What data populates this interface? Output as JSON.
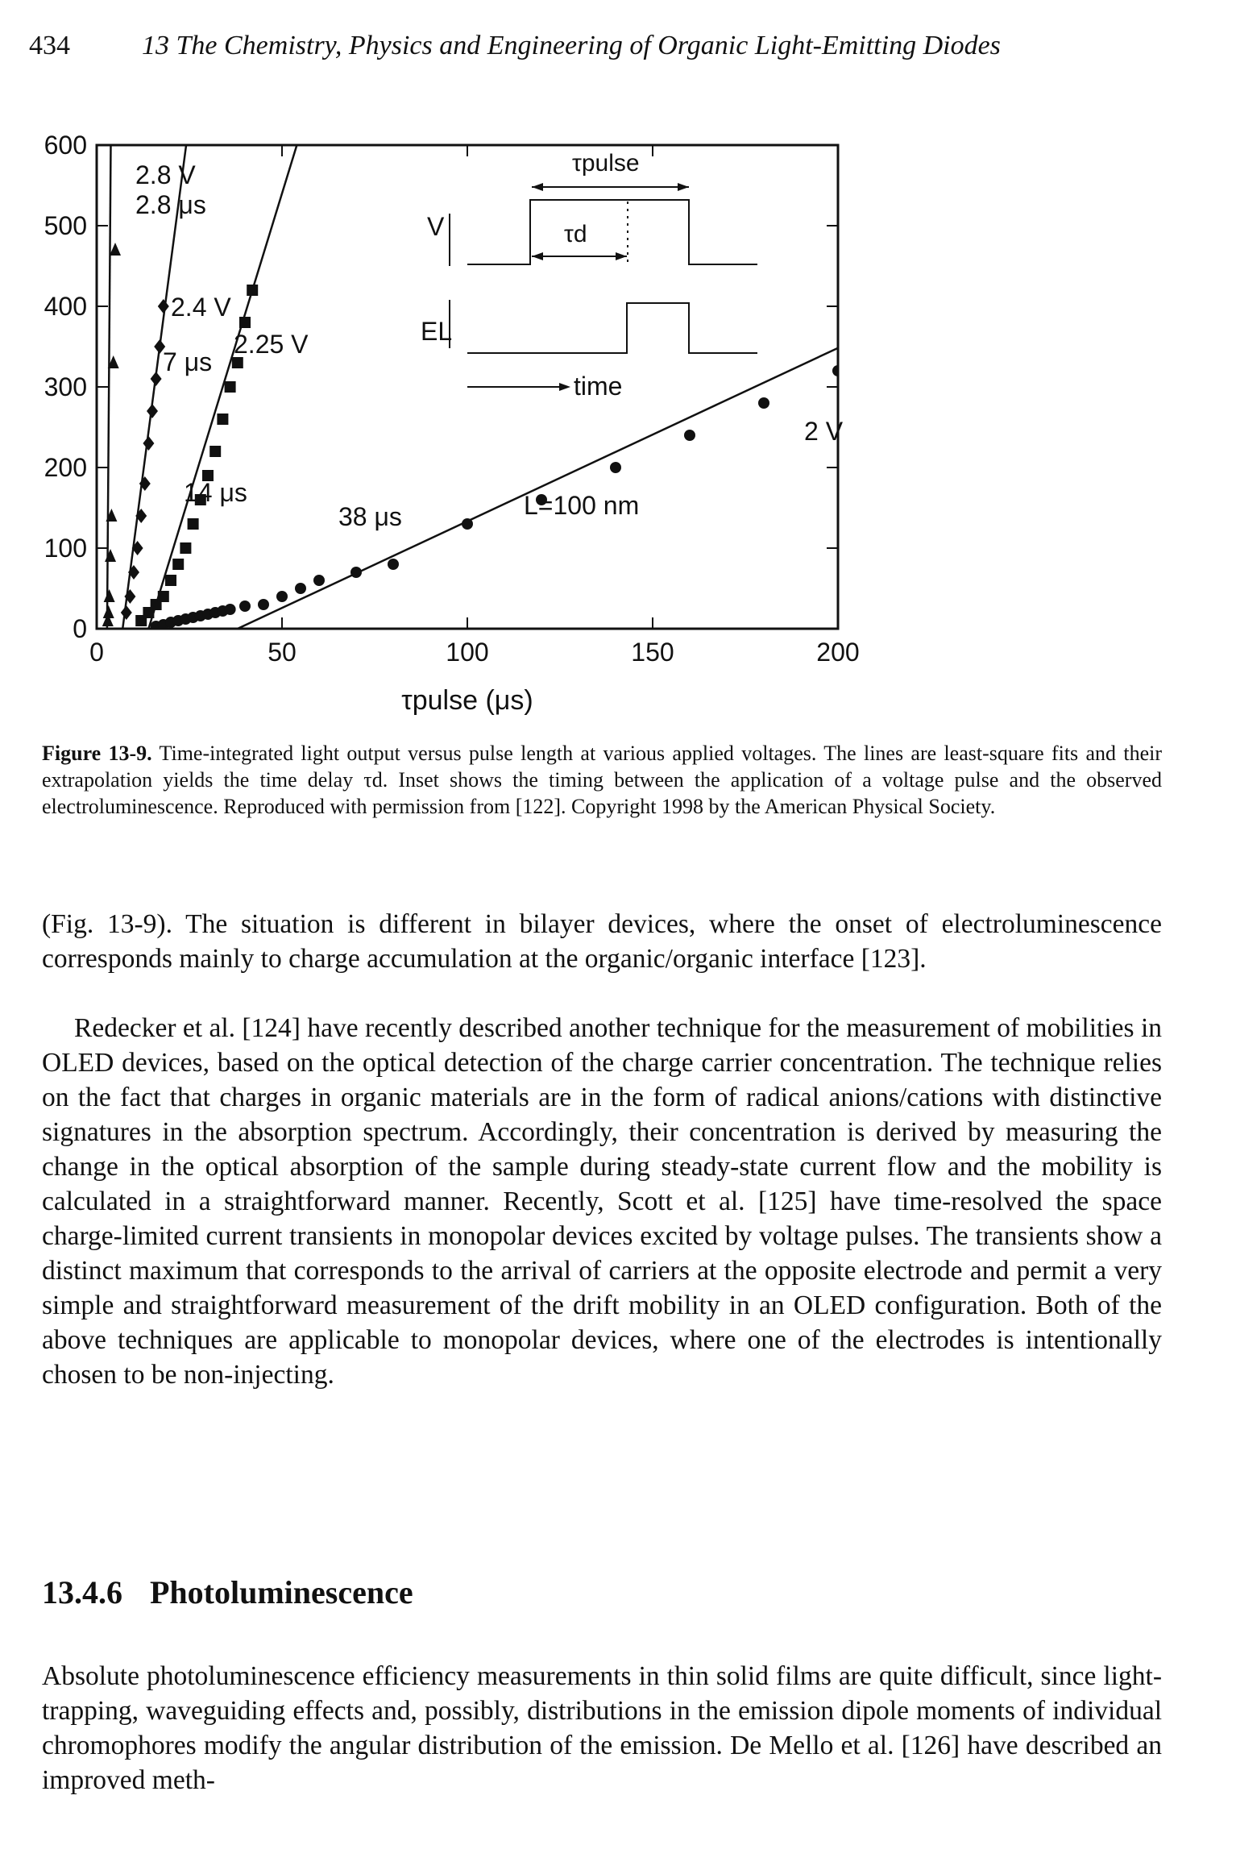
{
  "header": {
    "page_number": "434",
    "running_title": "13 The Chemistry, Physics and Engineering of Organic Light-Emitting Diodes"
  },
  "figure": {
    "chart_data": {
      "type": "scatter",
      "xlabel": "τpulse (μs)",
      "ylabel": "",
      "xlim": [
        0,
        200
      ],
      "ylim": [
        0,
        600
      ],
      "x_ticks": [
        "0",
        "50",
        "100",
        "150",
        "200"
      ],
      "y_ticks": [
        "0",
        "100",
        "200",
        "300",
        "400",
        "500",
        "600"
      ],
      "series": [
        {
          "name": "2.8 V",
          "marker": "triangle-up",
          "fit": {
            "x0": 2.8,
            "slope": 600
          },
          "x": [
            3.0,
            3.2,
            3.4,
            3.7,
            4.0,
            4.5,
            5.0
          ],
          "y": [
            10,
            20,
            40,
            90,
            140,
            330,
            470
          ]
        },
        {
          "name": "2.4 V",
          "marker": "diamond",
          "fit": {
            "x0": 7,
            "slope": 35
          },
          "x": [
            8,
            9,
            10,
            11,
            12,
            13,
            14,
            15,
            16,
            17,
            18
          ],
          "y": [
            20,
            40,
            70,
            100,
            140,
            180,
            230,
            270,
            310,
            350,
            400
          ]
        },
        {
          "name": "2.25 V",
          "marker": "square",
          "fit": {
            "x0": 14,
            "slope": 15
          },
          "x": [
            12,
            14,
            16,
            18,
            20,
            22,
            24,
            26,
            28,
            30,
            32,
            34,
            36,
            38,
            40,
            42
          ],
          "y": [
            10,
            20,
            30,
            40,
            60,
            80,
            100,
            130,
            160,
            190,
            220,
            260,
            300,
            330,
            380,
            420
          ]
        },
        {
          "name": "2 V",
          "marker": "circle",
          "fit": {
            "x0": 38,
            "slope": 2.15
          },
          "x": [
            16,
            18,
            20,
            22,
            24,
            26,
            28,
            30,
            32,
            34,
            36,
            40,
            45,
            50,
            55,
            60,
            70,
            80,
            100,
            120,
            140,
            160,
            180,
            200
          ],
          "y": [
            3,
            5,
            8,
            10,
            12,
            14,
            16,
            18,
            20,
            22,
            24,
            28,
            30,
            40,
            50,
            60,
            70,
            80,
            130,
            160,
            200,
            240,
            280,
            320
          ]
        }
      ],
      "annotations": [
        {
          "label": "2.8 V",
          "sub": "2.8 μs"
        },
        {
          "label": "2.4 V",
          "sub": "7 μs"
        },
        {
          "label": "2.25 V",
          "sub": "14 μs"
        },
        {
          "label": "2 V",
          "sub": "38 μs"
        },
        {
          "label": "L=100 nm"
        }
      ],
      "inset": {
        "v_label": "V",
        "el_label": "EL",
        "pulse_label": "τpulse",
        "delay_label": "τd",
        "time_label": "time"
      }
    }
  },
  "caption": {
    "label": "Figure 13-9.",
    "text": "Time-integrated light output versus pulse length at various applied voltages. The lines are least-square fits and their extrapolation yields the time delay τd. Inset shows the timing between the application of a voltage pulse and the observed electroluminescence. Reproduced with permission from [122]. Copyright 1998 by the American Physical Society."
  },
  "paragraphs": [
    "(Fig. 13-9). The situation is different in bilayer devices, where the onset of electroluminescence corresponds mainly to charge accumulation at the organic/organic interface [123].",
    "Redecker et al. [124] have recently described another technique for the measurement of mobilities in OLED devices, based on the optical detection of the charge carrier concentration. The technique relies on the fact that charges in organic materials are in the form of radical anions/cations with distinctive signatures in the absorption spectrum. Accordingly, their concentration is derived by measuring the change in the optical absorption of the sample during steady-state current flow and the mobility is calculated in a straightforward manner. Recently, Scott et al. [125] have time-resolved the space charge-limited current transients in monopolar devices excited by voltage pulses. The transients show a distinct maximum that corresponds to the arrival of carriers at the opposite electrode and permit a very simple and straightforward measurement of the drift mobility in an OLED configuration. Both of the above techniques are applicable to monopolar devices, where one of the electrodes is intentionally chosen to be non-injecting."
  ],
  "section": {
    "number": "13.4.6",
    "title": "Photoluminescence",
    "paragraph": "Absolute photoluminescence efficiency measurements in thin solid films are quite difficult, since light-trapping, waveguiding effects and, possibly, distributions in the emission dipole moments of individual chromophores modify the angular distribution of the emission. De Mello et al. [126] have described an improved meth-"
  }
}
